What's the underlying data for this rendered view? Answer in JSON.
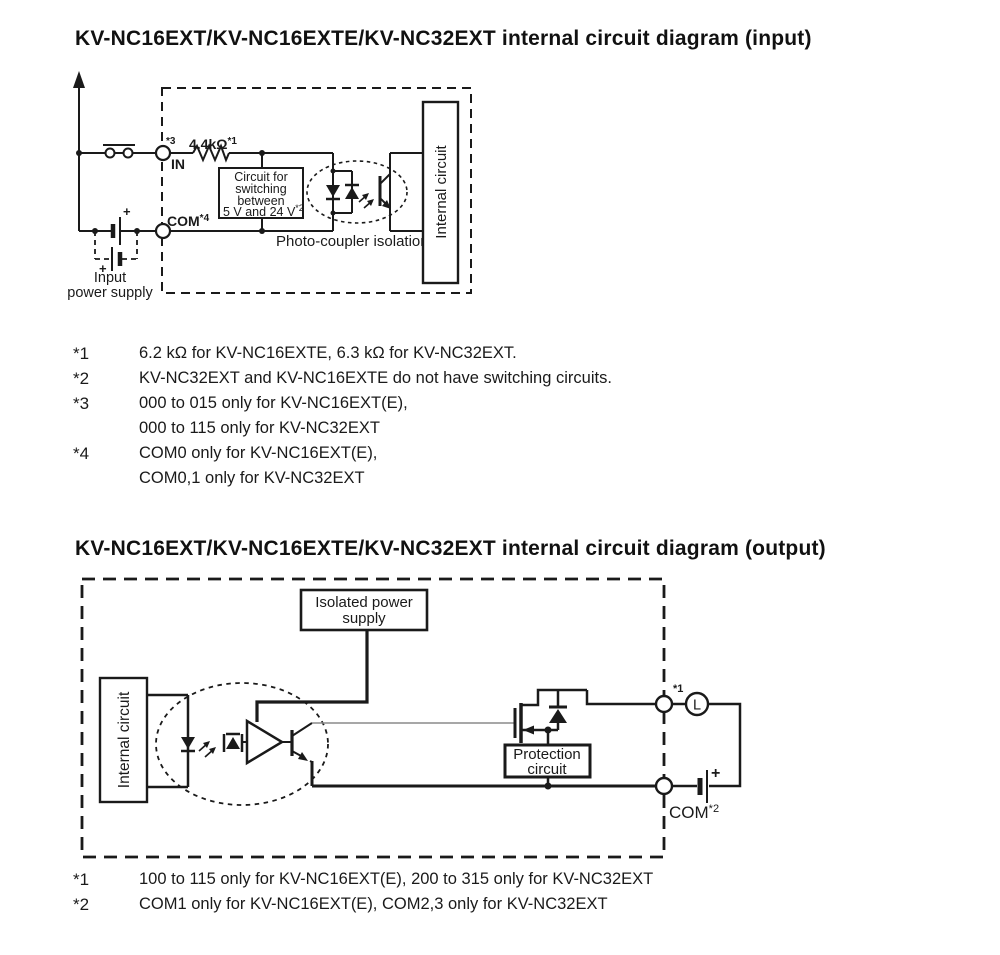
{
  "input_section": {
    "title": "KV-NC16EXT/KV-NC16EXTE/KV-NC32EXT internal circuit diagram (input)",
    "diagram": {
      "in_sup": "*3",
      "in_label": "IN",
      "resistor_value": "4.4kΩ",
      "resistor_sup": "*1",
      "com_label": "COM",
      "com_sup": "*4",
      "switch_box_line1": "Circuit for",
      "switch_box_line2": "switching",
      "switch_box_line3": "between",
      "switch_box_line4": "5 V and 24 V",
      "switch_box_sup": "*2",
      "photocoupler_label": "Photo-coupler isolation",
      "internal_circuit_label": "Internal circuit",
      "power_supply_line1": "Input",
      "power_supply_line2": "power supply",
      "battery_plus_top": "+",
      "battery_plus_bottom": "+"
    },
    "notes": [
      {
        "marker": "*1",
        "lines": [
          "6.2 kΩ for KV-NC16EXTE, 6.3 kΩ for KV-NC32EXT."
        ]
      },
      {
        "marker": "*2",
        "lines": [
          "KV-NC32EXT and KV-NC16EXTE do not have switching circuits."
        ]
      },
      {
        "marker": "*3",
        "lines": [
          "000 to 015 only for KV-NC16EXT(E),",
          "000 to 115 only for KV-NC32EXT"
        ]
      },
      {
        "marker": "*4",
        "lines": [
          "COM0 only for KV-NC16EXT(E),",
          "COM0,1 only for KV-NC32EXT"
        ]
      }
    ]
  },
  "output_section": {
    "title": "KV-NC16EXT/KV-NC16EXTE/KV-NC32EXT internal circuit diagram (output)",
    "diagram": {
      "isolated_supply_line1": "Isolated power",
      "isolated_supply_line2": "supply",
      "internal_circuit_label": "Internal circuit",
      "protection_line1": "Protection",
      "protection_line2": "circuit",
      "out_sup": "*1",
      "load_label": "L",
      "com_label": "COM",
      "com_sup": "*2",
      "battery_plus": "+"
    },
    "notes": [
      {
        "marker": "*1",
        "lines": [
          "100 to 115 only for KV-NC16EXT(E), 200 to 315 only for KV-NC32EXT"
        ]
      },
      {
        "marker": "*2",
        "lines": [
          "COM1 only for KV-NC16EXT(E), COM2,3 only for KV-NC32EXT"
        ]
      }
    ]
  },
  "colors": {
    "ink": "#1a1a1a",
    "background": "#ffffff"
  }
}
